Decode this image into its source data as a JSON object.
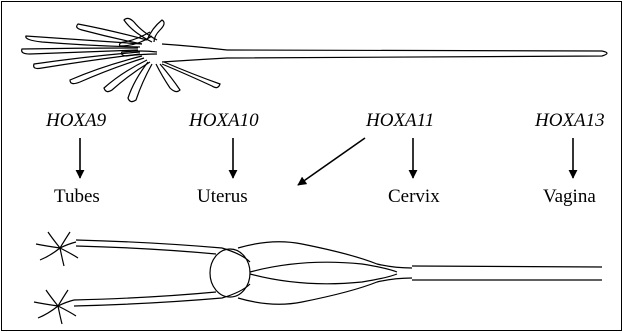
{
  "genes": [
    {
      "id": "hoxa9",
      "label": "HOXA9"
    },
    {
      "id": "hoxa10",
      "label": "HOXA10"
    },
    {
      "id": "hoxa11",
      "label": "HOXA11"
    },
    {
      "id": "hoxa13",
      "label": "HOXA13"
    }
  ],
  "organs": [
    {
      "id": "tubes",
      "label": "Tubes"
    },
    {
      "id": "uterus",
      "label": "Uterus"
    },
    {
      "id": "cervix",
      "label": "Cervix"
    },
    {
      "id": "vagina",
      "label": "Vagina"
    }
  ],
  "colors": {
    "ink": "#000000",
    "background": "#ffffff"
  }
}
